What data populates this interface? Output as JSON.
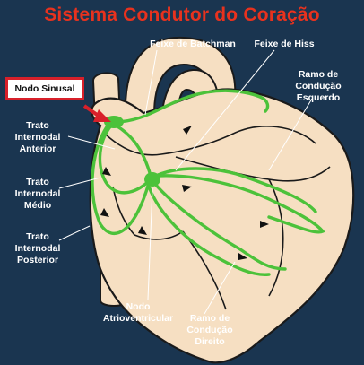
{
  "title": "Sistema Condutor do Coração",
  "labels": {
    "nodo_sinusal": "Nodo Sinusal",
    "feixe_batchman": "Feixe de Batchman",
    "feixe_hiss": "Feixe de Hiss",
    "ramo_esquerdo": "Ramo de\nCondução\nEsquerdo",
    "trato_anterior": "Trato\nInternodal\nAnterior",
    "trato_medio": "Trato\nInternodal\nMédio",
    "trato_posterior": "Trato\nInternodal\nPosterior",
    "nodo_av": "Nodo\nAtrioventricular",
    "ramo_direito": "Ramo de\nCondução\nDireito"
  },
  "colors": {
    "background": "#1a3550",
    "heart_fill": "#f6dfc2",
    "heart_outline": "#1a1a1a",
    "conduction": "#4cc23a",
    "title": "#e8321e",
    "highlight_box": "#d8202a"
  }
}
